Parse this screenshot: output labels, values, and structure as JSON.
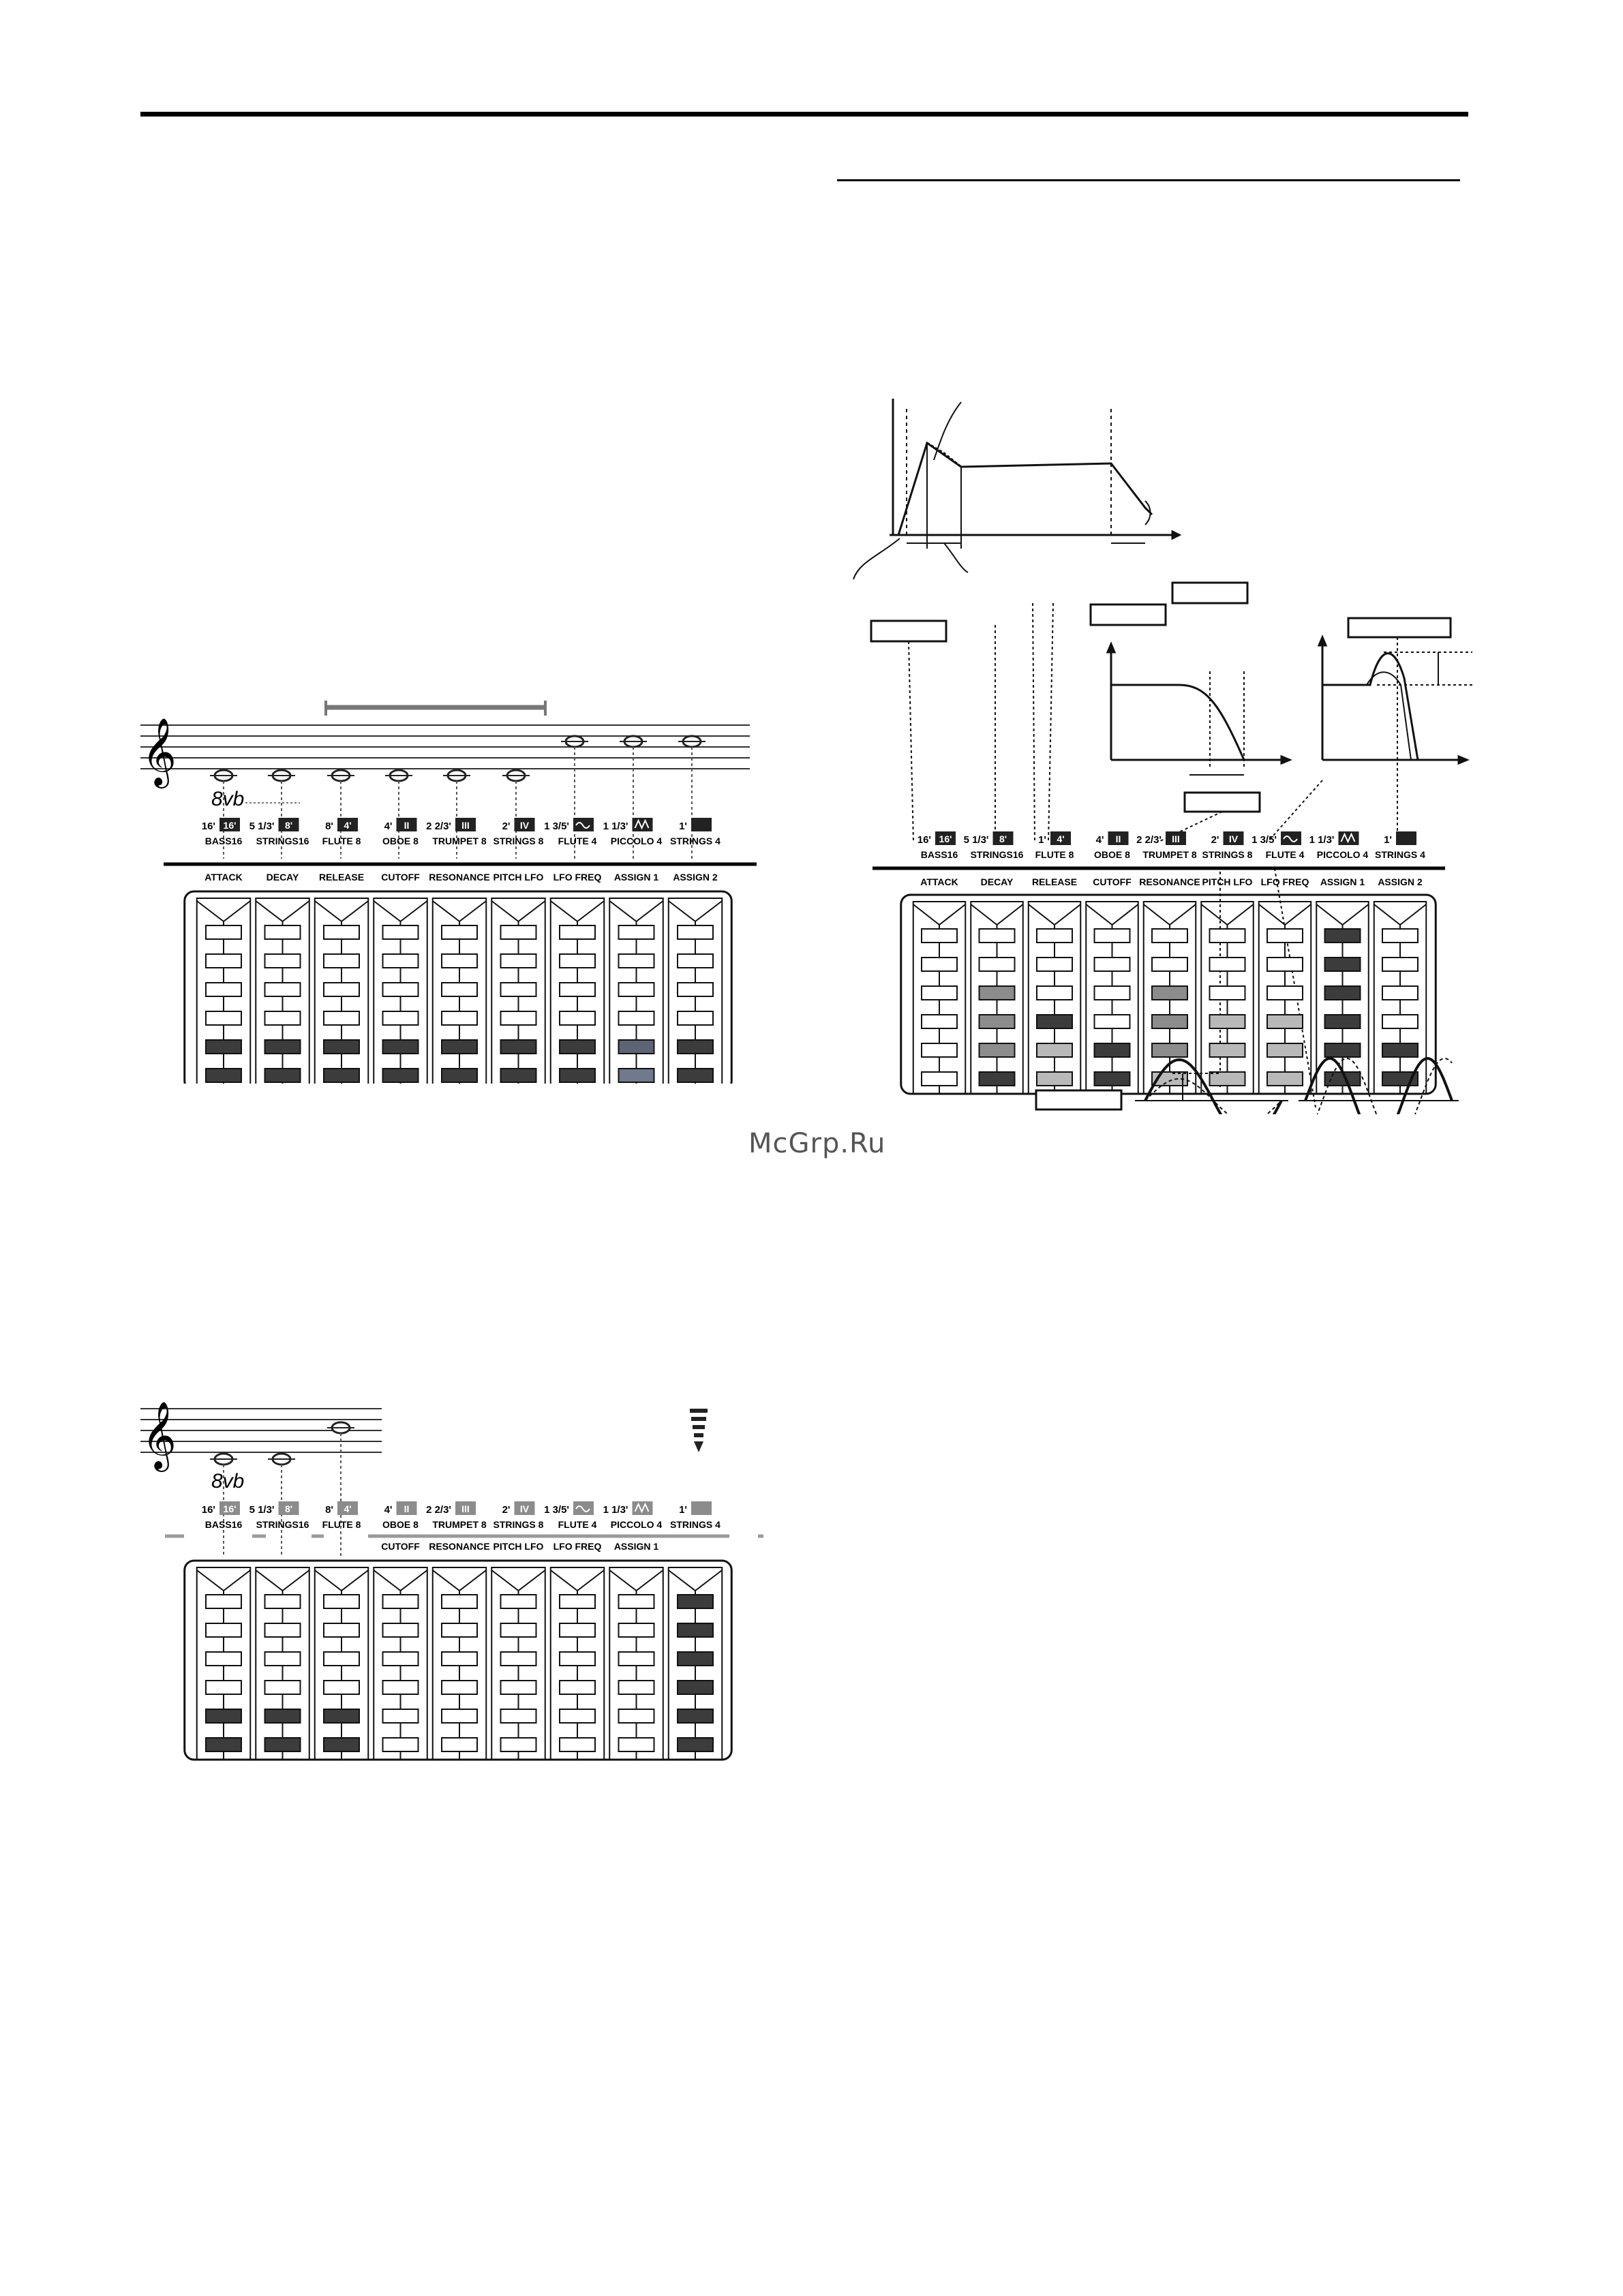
{
  "watermark": "McGrp.Ru",
  "colors": {
    "dark": "#3c3c3c",
    "mid": "#8c8c8c",
    "light": "#b9b9b9",
    "steel": "#5d6574",
    "blue_grey": "#707a8c"
  },
  "panel_a": {
    "footages": [
      {
        "ft": "16'",
        "badge": "16'",
        "name": "BASS16",
        "param": "ATTACK"
      },
      {
        "ft": "5 1/3'",
        "badge": "8'",
        "name": "STRINGS16",
        "param": "DECAY"
      },
      {
        "ft": "8'",
        "badge": "4'",
        "name": "FLUTE 8",
        "param": "RELEASE"
      },
      {
        "ft": "4'",
        "badge": "II",
        "name": "OBOE 8",
        "param": "CUTOFF"
      },
      {
        "ft": "2 2/3'",
        "badge": "III",
        "name": "TRUMPET 8",
        "param": "RESONANCE"
      },
      {
        "ft": "2'",
        "badge": "IV",
        "name": "STRINGS 8",
        "param": "PITCH LFO"
      },
      {
        "ft": "1 3/5'",
        "badge": "~",
        "name": "FLUTE 4",
        "param": "LFO FREQ"
      },
      {
        "ft": "1 1/3'",
        "badge": "M",
        "name": "PICCOLO 4",
        "param": "ASSIGN 1"
      },
      {
        "ft": "1'",
        "badge": "",
        "name": "STRINGS 4",
        "param": "ASSIGN 2"
      }
    ],
    "octave_mark": "8vb"
  },
  "panel_b": {
    "footages": [
      {
        "ft": "16'",
        "badge": "16'",
        "name": "BASS16",
        "param": ""
      },
      {
        "ft": "5 1/3'",
        "badge": "8'",
        "name": "STRINGS16",
        "param": ""
      },
      {
        "ft": "8'",
        "badge": "4'",
        "name": "FLUTE 8",
        "param": ""
      },
      {
        "ft": "4'",
        "badge": "II",
        "name": "OBOE 8",
        "param": "CUTOFF"
      },
      {
        "ft": "2 2/3'",
        "badge": "III",
        "name": "TRUMPET 8",
        "param": "RESONANCE"
      },
      {
        "ft": "2'",
        "badge": "IV",
        "name": "STRINGS 8",
        "param": "PITCH LFO"
      },
      {
        "ft": "1 3/5'",
        "badge": "~",
        "name": "FLUTE 4",
        "param": "LFO FREQ"
      },
      {
        "ft": "1 1/3'",
        "badge": "M",
        "name": "PICCOLO 4",
        "param": "ASSIGN 1"
      },
      {
        "ft": "1'",
        "badge": "",
        "name": "STRINGS 4",
        "param": ""
      }
    ],
    "octave_mark": "8vb"
  },
  "panel_c": {
    "footages": [
      {
        "ft": "16'",
        "badge": "16'",
        "name": "BASS16",
        "param": "ATTACK"
      },
      {
        "ft": "5 1/3'",
        "badge": "8'",
        "name": "STRINGS16",
        "param": "DECAY"
      },
      {
        "ft": "1'",
        "badge": "4'",
        "name": "FLUTE 8",
        "param": "RELEASE"
      },
      {
        "ft": "4'",
        "badge": "II",
        "name": "OBOE 8",
        "param": "CUTOFF"
      },
      {
        "ft": "2 2/3'",
        "badge": "III",
        "name": "TRUMPET 8",
        "param": "RESONANCE"
      },
      {
        "ft": "2'",
        "badge": "IV",
        "name": "STRINGS 8",
        "param": "PITCH LFO"
      },
      {
        "ft": "1 3/5'",
        "badge": "~",
        "name": "FLUTE 4",
        "param": "LFO FREQ"
      },
      {
        "ft": "1 1/3'",
        "badge": "M",
        "name": "PICCOLO 4",
        "param": "ASSIGN 1"
      },
      {
        "ft": "1'",
        "badge": "",
        "name": "STRINGS 4",
        "param": "ASSIGN 2"
      }
    ]
  },
  "drawbar_levels": {
    "panel_a": [
      2,
      2,
      2,
      2,
      2,
      2,
      2,
      2,
      2
    ],
    "panel_b": [
      2,
      2,
      2,
      0,
      0,
      0,
      0,
      0,
      6
    ],
    "panel_c": [
      0,
      4,
      3,
      2,
      4,
      3,
      3,
      6,
      2
    ]
  }
}
